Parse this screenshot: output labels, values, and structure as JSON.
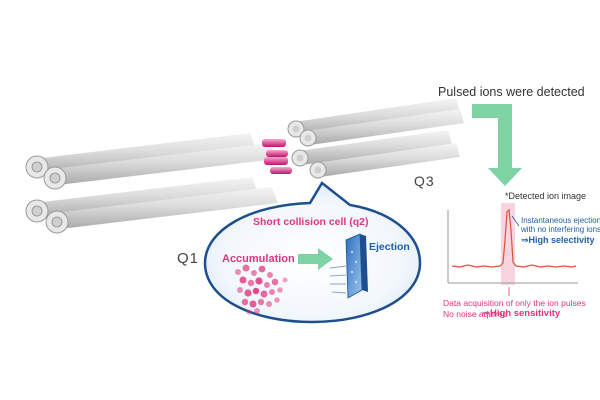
{
  "title": "Pulsed ions were detected",
  "quadrupoles": {
    "q1": "Q1",
    "q3": "Q3"
  },
  "collision_cell": {
    "title": "Short collision cell (q2)",
    "accumulation": "Accumulation",
    "ejection": "Ejection"
  },
  "detector": {
    "note": "*Detected ion image",
    "callout_lines": [
      "Instantaneous ejection",
      "with no interfering ions",
      "⇒High selectivity"
    ],
    "daq_lines": [
      "Data acquisition of only the ion pulses",
      "No noise aquired",
      "⇒High sensitivity"
    ]
  },
  "colors": {
    "accent_pink": "#e0347e",
    "accent_blue": "#1f5fa6",
    "arrow_green": "#7ed3a4",
    "bubble_border": "#1d4f8f",
    "rod_gray": "#d8d8d8"
  }
}
